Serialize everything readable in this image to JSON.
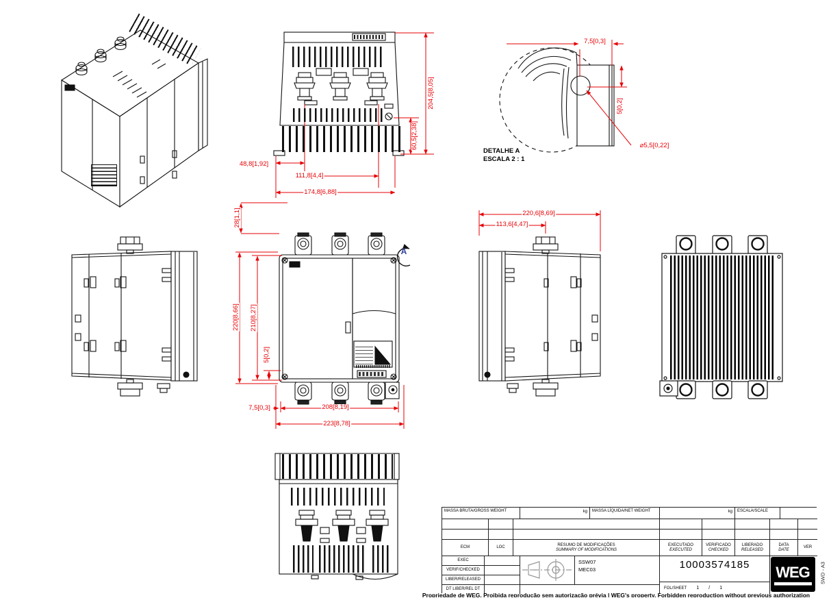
{
  "dims": {
    "top_height": "204,5[8,05]",
    "top_lower_height": "60,5[2,38]",
    "top_left_offset": "48,8[1,92]",
    "top_terminal_spacing": "111,8[4,4]",
    "top_width": "174,8[6,88]",
    "front_top_offset": "28[1,1]",
    "front_height": "220[8,66]",
    "front_hole_height": "210[8,27]",
    "front_hole_inset": "5[0,2]",
    "front_bottom_inset": "7,5[0,3]",
    "front_hole_width": "208[8,19]",
    "front_width": "223[8,78]",
    "side_depth": "220,6[8,69]",
    "side_bolt_depth": "113,6[4,47]",
    "detail_offset_x": "7,5[0,3]",
    "detail_offset_y": "5[0,2]",
    "detail_hole_diameter": "⌀5,5[0,22]",
    "detail_callout": "A"
  },
  "detail": {
    "title": "DETALHE A",
    "scale": "ESCALA 2 : 1"
  },
  "tb": {
    "gross_weight_label": "MASSA BRUTA/GROSS WEIGHT",
    "gross_weight_unit": "kg",
    "net_weight_label": "MASSA LÍQUIDA/NET WEIGHT",
    "net_weight_unit": "kg",
    "scale_label": "ESCALA/SCALE",
    "ecm_label": "ECM",
    "loc_label": "LOC",
    "mods_label_pt": "RESUMO DE MODIFICAÇÕES",
    "mods_label_en": "SUMMARY OF MODIFICATIONS",
    "executed_pt": "EXECUTADO",
    "executed_en": "EXECUTED",
    "checked_pt": "VERIFICADO",
    "checked_en": "CHECKED",
    "released_pt": "LIBERADO",
    "released_en": "RELEASED",
    "date_pt": "DATA",
    "date_en": "DATE",
    "ver_label": "VER",
    "row_exec": "EXEC",
    "row_verif": "VERIF/CHECKED",
    "row_liber": "LIBER/RELEASED",
    "row_dtliber": "DT LIBER/REL DT",
    "product_code": "SSW07",
    "mec_code": "MEC03",
    "doc_number": "10003574185",
    "sheet_label": "FOL/SHEET",
    "sheet_no": "1",
    "sheet_sep": "/",
    "sheet_total": "1",
    "logo_text": "WEG"
  },
  "footer_notice": "Propriedade de WEG. Proibida reprodução sem autorização prévia | WEG's property. Forbidden reproduction without previous authorization",
  "format_code": "SWD - A3"
}
